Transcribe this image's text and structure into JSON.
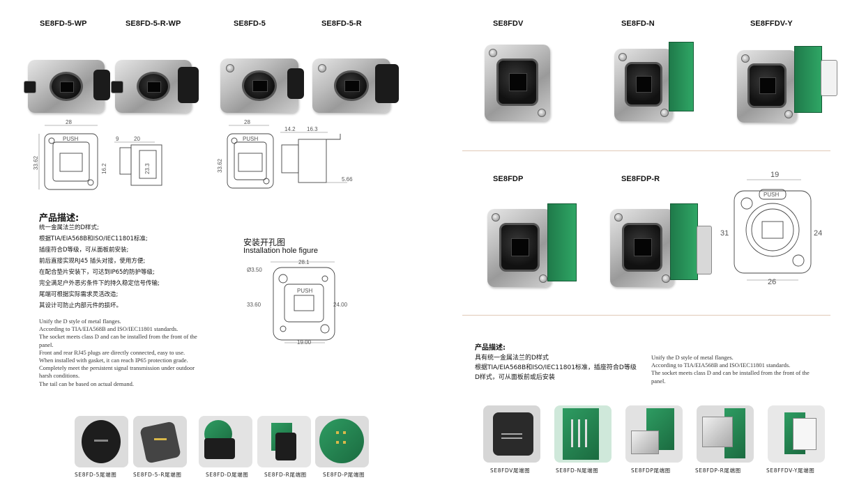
{
  "left": {
    "models": [
      "SE8FD-5-WP",
      "SE8FD-5-R-WP",
      "SE8FD-5",
      "SE8FD-5-R"
    ],
    "drawing_dims": {
      "a_width": "28",
      "a_height": "33.62",
      "a_push": "PUSH",
      "b_top": "9",
      "b_top2": "20",
      "b_h1": "16.2",
      "b_h2": "23.3",
      "c_width": "28",
      "c_height": "33.62",
      "c_push": "PUSH",
      "d_top1": "14.2",
      "d_top2": "16.3",
      "d_bottom": "5.66"
    },
    "desc_title": "产品描述:",
    "desc_cn": [
      "统一金属法兰的D样式;",
      "根据TIA/EIA568B和ISO/IEC11801标准;",
      "插座符合D等级，可从面板前安装;",
      "前后直接实现RJ45 插头对接，使用方便;",
      "在配合垫片安装下，可达到IP65的防护等级;",
      "完全满足户外恶劣条件下的持久稳定信号传输;",
      "尾端可根据实际需求灵活改造;",
      "其设计可防止内部元件的损坏。"
    ],
    "desc_en": [
      "Unify the D style of metal flanges.",
      "According to TIA/EIA568B and ISO/IEC11801 standards.",
      "The socket meets class D and can be installed from the front of the",
      "panel.",
      "Front and rear RJ45 plugs are directly connected, easy to use.",
      "When installed with gasket, it can reach IP65 protection grade.",
      "Completely meet the persistent signal transmission under outdoor",
      "harsh conditions.",
      "The tail can be based on actual demand."
    ],
    "hole_title_cn": "安装开孔图",
    "hole_title_en": "Installation hole figure",
    "hole_dims": {
      "top": "28.1",
      "hole": "Ø3.50",
      "push": "PUSH",
      "left": "33.60",
      "right": "24.00",
      "bottom": "19.00"
    },
    "thumb_captions": [
      "SE8FD-5尾端图",
      "SE8FD-5-R尾端图",
      "SE8FD-D尾端图",
      "SE8FD-R尾端图",
      "SE8FD-P尾端图"
    ]
  },
  "right": {
    "models_top": [
      "SE8FDV",
      "SE8FD-N",
      "SE8FFDV-Y"
    ],
    "models_mid": [
      "SE8FDP",
      "SE8FDP-R"
    ],
    "fig_dims": {
      "top": "19",
      "push": "PUSH",
      "left": "31",
      "right": "24",
      "bottom": "26"
    },
    "desc_title": "产品描述:",
    "desc_cn": [
      "具有统一金属法兰的D样式",
      "根据TIA/EIA568B和ISO/IEC11801标准，插座符合D等级",
      "D样式，可从面板前或后安装"
    ],
    "desc_en": [
      "Unify the D style of metal flanges.",
      "According to TIA/EIA568B and ISO/IEC11801 standards.",
      "The socket meets class D and can be installed from the front of the",
      "panel."
    ],
    "thumb_captions": [
      "SE8FDV尾端图",
      "SE8FD-N尾端图",
      "SE8FDP尾端图",
      "SE8FDP-R尾端图",
      "SE8FFDV-Y尾端图"
    ]
  },
  "colors": {
    "divider": "#e0c9b6",
    "pcb_green": "#2fa665",
    "metal": "#bdbdbd"
  }
}
